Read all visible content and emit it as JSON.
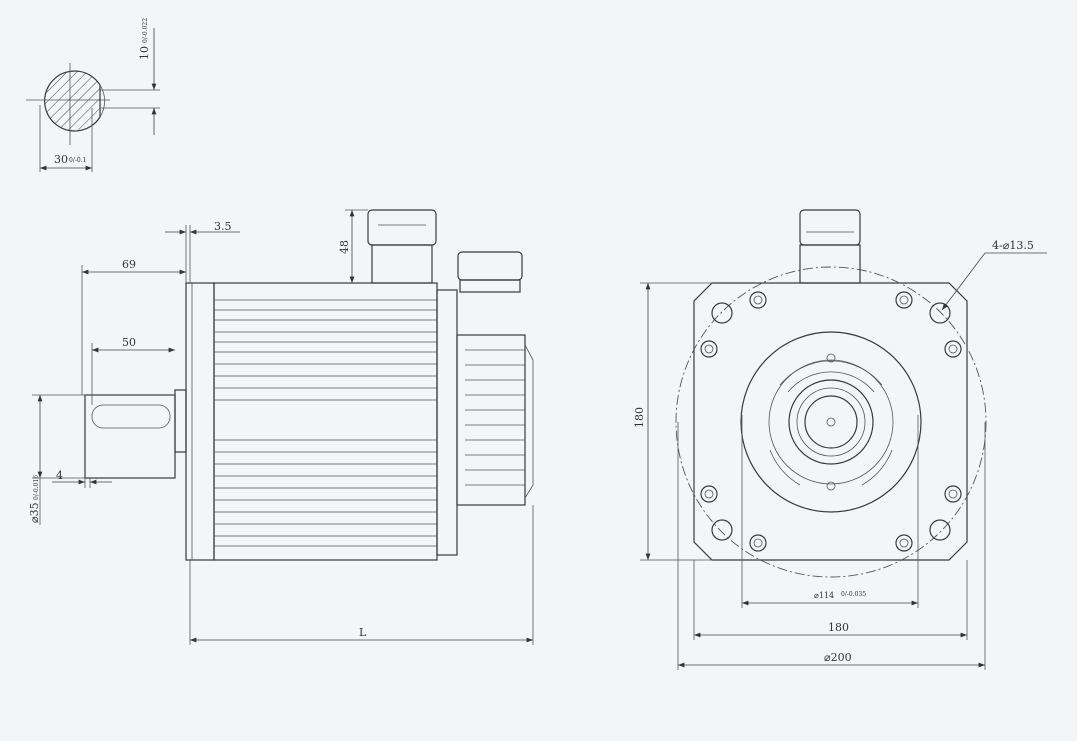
{
  "labels": {
    "key_width": "10",
    "key_width_tol": "0/-0.022",
    "shaft_section_dia": "30",
    "shaft_section_tol": "0/-0.1",
    "flange_thickness": "3.5",
    "shaft_total": "69",
    "key_length": "50",
    "connector_height": "48",
    "key_offset": "4",
    "shaft_dia": "⌀35",
    "shaft_dia_tol": "0/-0.016",
    "body_length": "L",
    "mount_holes": "4-⌀13.5",
    "flange_height": "180",
    "pilot_dia": "⌀114",
    "pilot_tol": "0/-0.035",
    "flange_width": "180",
    "bolt_circle": "⌀200"
  },
  "colors": {
    "background": "#f2f6f9",
    "line": "#3a3a3a"
  }
}
